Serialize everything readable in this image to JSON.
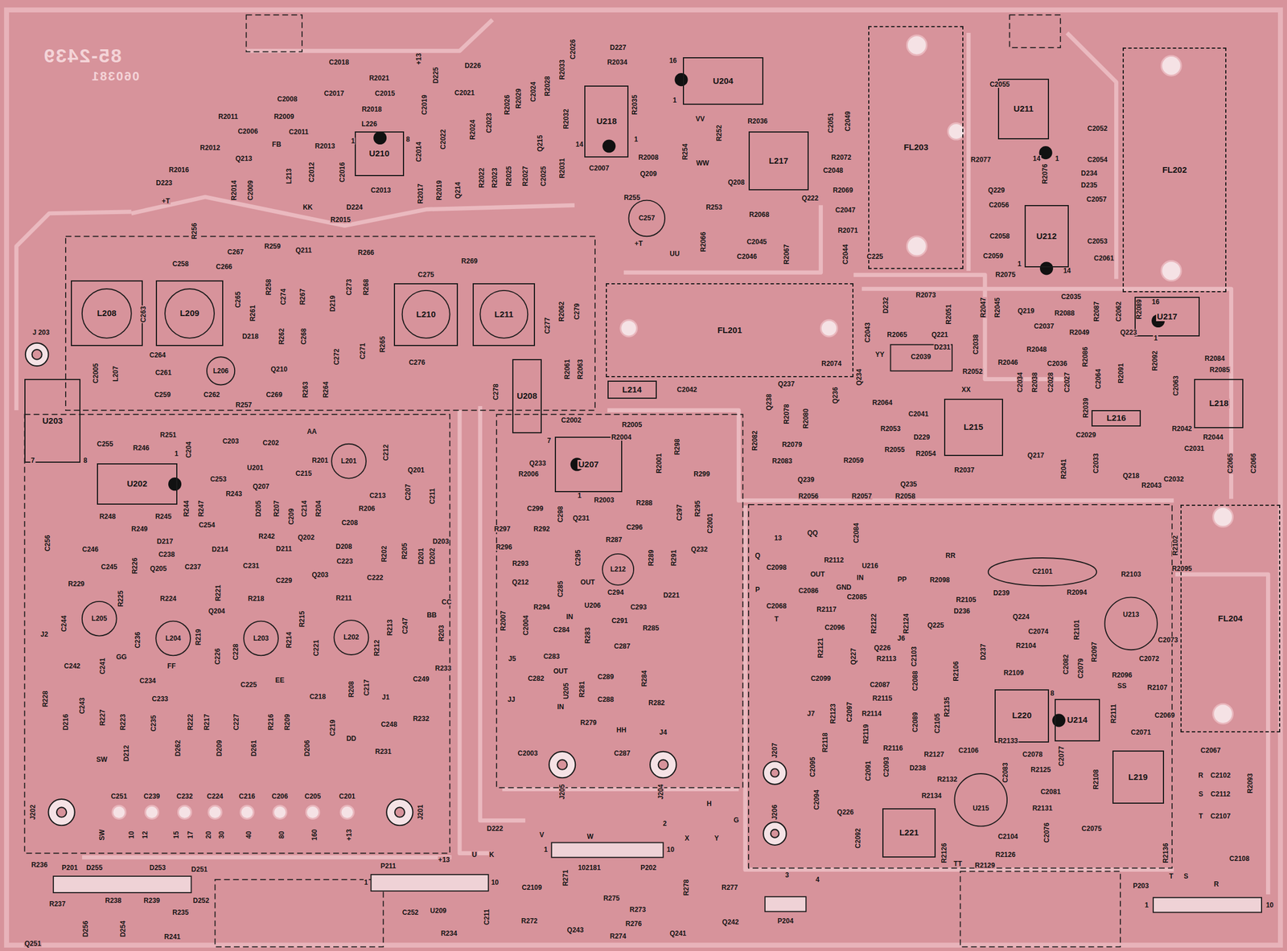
{
  "diagram": {
    "nodes": [
      {
        "text": [
          "FL203"
        ]
      },
      {
        "text": [
          "FL202"
        ]
      },
      {
        "text": [
          "FL201"
        ]
      },
      {
        "text": [
          "FL204"
        ]
      },
      {
        "text": [
          "U204"
        ]
      },
      {
        "text": [
          "U218"
        ]
      },
      {
        "text": [
          "U210"
        ]
      },
      {
        "text": [
          "U211"
        ]
      },
      {
        "text": [
          "U212"
        ]
      },
      {
        "text": [
          "U217"
        ]
      },
      {
        "text": [
          "L217"
        ]
      },
      {
        "text": [
          "L208"
        ]
      },
      {
        "text": [
          "L209"
        ]
      },
      {
        "text": [
          "L210"
        ]
      },
      {
        "text": [
          "L211"
        ]
      },
      {
        "text": [
          "L218"
        ]
      },
      {
        "text": [
          "L215"
        ]
      },
      {
        "text": [
          "L216"
        ]
      },
      {
        "text": [
          "L214"
        ]
      },
      {
        "text": [
          "U202"
        ]
      },
      {
        "text": [
          "U203"
        ]
      },
      {
        "text": [
          "U208"
        ]
      },
      {
        "text": [
          "U207"
        ]
      },
      {
        "text": [
          "L220"
        ]
      },
      {
        "text": [
          "L219"
        ]
      },
      {
        "text": [
          "L221"
        ]
      },
      {
        "text": [
          "U214"
        ]
      }
    ],
    "labels": [
      "85-2439",
      "060381",
      "C2018",
      "+13",
      "R2021",
      "D225",
      "D226",
      "C2017",
      "C2015",
      "C2021",
      "C2008",
      "R2018",
      "C2019",
      "R2009",
      "R2011",
      "L226",
      "C2006",
      "C2011",
      "R2012",
      "Q213",
      "FB",
      "R2013",
      "C2014",
      "C2022",
      "R2016",
      "D223",
      "R2014",
      "C2009",
      "L213",
      "C2012",
      "C2016",
      "C2013",
      "R2017",
      "R2019",
      "Q214",
      "D224",
      "R2015",
      "KK",
      "+T",
      "R2024",
      "C2023",
      "R2026",
      "R2029",
      "C2024",
      "R2028",
      "R2033",
      "C2026",
      "R2032",
      "Q215",
      "R2022",
      "R2023",
      "R2025",
      "R2027",
      "C2025",
      "R2031",
      "D227",
      "R2034",
      "R2035",
      "C2007",
      "R2008",
      "Q209",
      "VV",
      "R254",
      "R252",
      "R2036",
      "WW",
      "Q208",
      "R255",
      "C257",
      "R253",
      "UU",
      "+T",
      "R2066",
      "R2068",
      "C2045",
      "C2046",
      "R2067",
      "C2051",
      "C2049",
      "R2072",
      "C2048",
      "R2069",
      "Q222",
      "C2047",
      "R2071",
      "C2044",
      "C225",
      "16",
      "1",
      "14",
      "1",
      "1",
      "8",
      "C2055",
      "C2052",
      "R2077",
      "14",
      "1",
      "R2076",
      "C2054",
      "D234",
      "D235",
      "C2057",
      "Q229",
      "C2056",
      "C2058",
      "C2053",
      "C2059",
      "C2061",
      "R2075",
      "1",
      "14",
      "R2073",
      "D232",
      "R2065",
      "C2043",
      "YY",
      "Q221",
      "R2051",
      "R2047",
      "R2045",
      "C2035",
      "R2088",
      "R2087",
      "C2062",
      "R2089",
      "16",
      "1",
      "Q219",
      "C2037",
      "R2049",
      "Q223",
      "C2038",
      "R2048",
      "D231",
      "R2046",
      "C2036",
      "R2086",
      "C2064",
      "R2091",
      "R2092",
      "R2084",
      "R2085",
      "C2063",
      "C2039",
      "R2052",
      "XX",
      "R2074",
      "Q234",
      "Q237",
      "Q236",
      "C2034",
      "R2038",
      "C2028",
      "C2027",
      "R2064",
      "C2041",
      "R2053",
      "D229",
      "R2055",
      "R2054",
      "R2059",
      "Q235",
      "R2057",
      "R2058",
      "R2056",
      "R2037",
      "R2078",
      "R2080",
      "R2079",
      "R2082",
      "R2083",
      "Q239",
      "Q238",
      "R2039",
      "C2029",
      "Q217",
      "R2041",
      "C2033",
      "Q218",
      "R2043",
      "C2032",
      "C2031",
      "R2042",
      "R2044",
      "C2065",
      "C2066",
      "R256",
      "C258",
      "C267",
      "C266",
      "R259",
      "Q211",
      "R266",
      "C275",
      "R269",
      "R258",
      "C274",
      "R267",
      "D219",
      "C273",
      "R268",
      "C265",
      "C263",
      "R261",
      "D218",
      "R262",
      "C268",
      "C272",
      "C271",
      "R265",
      "Q210",
      "C264",
      "C261",
      "L206",
      "C259",
      "C262",
      "C269",
      "R257",
      "R263",
      "R264",
      "C276",
      "R2062",
      "C279",
      "C277",
      "R2061",
      "R2063",
      "C278",
      "C2042",
      "J 203",
      "C2005",
      "L207",
      "7",
      "8",
      "C255",
      "R246",
      "R251",
      "1",
      "C204",
      "C203",
      "C202",
      "AA",
      "R201",
      "L201",
      "C212",
      "U201",
      "C215",
      "Q201",
      "C253",
      "R243",
      "Q207",
      "R244",
      "R247",
      "D205",
      "R207",
      "C214",
      "C209",
      "R204",
      "C213",
      "R206",
      "C207",
      "C211",
      "R248",
      "R245",
      "C254",
      "C208",
      "R249",
      "R242",
      "Q202",
      "D217",
      "C238",
      "D214",
      "D211",
      "D208",
      "D203",
      "C246",
      "C245",
      "C237",
      "C231",
      "C223",
      "R202",
      "R205",
      "D201",
      "D202",
      "C256",
      "R229",
      "R226",
      "Q205",
      "Q203",
      "C222",
      "R225",
      "R224",
      "R221",
      "R218",
      "C229",
      "R211",
      "Q204",
      "CC",
      "BB",
      "R203",
      "C244",
      "L205",
      "C236",
      "L204",
      "R219",
      "L203",
      "R215",
      "R214",
      "C221",
      "L202",
      "R213",
      "R212",
      "C247",
      "J2",
      "GG",
      "FF",
      "C226",
      "C228",
      "EE",
      "R233",
      "C242",
      "C241",
      "C234",
      "C225",
      "C249",
      "J1",
      "R228",
      "C243",
      "C233",
      "C218",
      "R208",
      "C217",
      "D216",
      "R227",
      "R223",
      "C235",
      "R222",
      "R217",
      "C227",
      "R216",
      "R209",
      "C219",
      "C248",
      "R232",
      "DD",
      "R231",
      "D212",
      "D262",
      "D209",
      "D261",
      "D206",
      "SW",
      "C251",
      "C239",
      "C232",
      "C224",
      "C216",
      "C206",
      "C205",
      "C201",
      "J202",
      "J201",
      "SW",
      "10",
      "12",
      "15",
      "17",
      "20",
      "30",
      "40",
      "80",
      "160",
      "+13",
      "R236",
      "P201",
      "D255",
      "D253",
      "D251",
      "D252",
      "R237",
      "R238",
      "R239",
      "R235",
      "R241",
      "D256",
      "D254",
      "Q251",
      "D222",
      "+13",
      "U",
      "K",
      "V",
      "W",
      "2",
      "H",
      "G",
      "X",
      "Y",
      "1",
      "10",
      "102181",
      "C2109",
      "R271",
      "R275",
      "R273",
      "R278",
      "R277",
      "Q242",
      "R276",
      "R274",
      "Q243",
      "Q241",
      "R272",
      "R234",
      "C252",
      "U209",
      "C211",
      "1",
      "10",
      "P211",
      "P202",
      "3",
      "4",
      "P204",
      "C2002",
      "R2005",
      "R2004",
      "7",
      "Q233",
      "R2006",
      "R2001",
      "R298",
      "R299",
      "1",
      "R2003",
      "R288",
      "C299",
      "C298",
      "C297",
      "R295",
      "C2001",
      "Q231",
      "C296",
      "R297",
      "R292",
      "R296",
      "R287",
      "R289",
      "R291",
      "Q232",
      "R293",
      "C295",
      "L212",
      "Q212",
      "C285",
      "OUT",
      "C294",
      "D221",
      "R294",
      "C293",
      "U206",
      "IN",
      "C291",
      "R285",
      "R2007",
      "C2004",
      "C284",
      "R283",
      "C287",
      "C283",
      "J5",
      "R284",
      "C282",
      "OUT",
      "C289",
      "R281",
      "U205",
      "C288",
      "R282",
      "IN",
      "JJ",
      "R279",
      "HH",
      "J4",
      "C2003",
      "C287",
      "J205",
      "J204",
      "13",
      "Q",
      "C2098",
      "P",
      "C2068",
      "T",
      "QQ",
      "C2084",
      "R2112",
      "U216",
      "OUT",
      "IN",
      "GND",
      "C2086",
      "C2085",
      "R2117",
      "C2096",
      "PP",
      "R2098",
      "RR",
      "C2101",
      "R2103",
      "R2095",
      "R2102",
      "D239",
      "R2094",
      "R2105",
      "D236",
      "Q224",
      "Q225",
      "C2103",
      "C2074",
      "R2104",
      "J6",
      "R2122",
      "R2124",
      "R2121",
      "Q227",
      "Q226",
      "R2113",
      "R2106",
      "D237",
      "R2109",
      "R2101",
      "U213",
      "C2073",
      "C2072",
      "R2097",
      "R2096",
      "SS",
      "R2107",
      "C2082",
      "C2079",
      "8",
      "R2111",
      "C2069",
      "C2071",
      "C2067",
      "C2099",
      "C2087",
      "C2088",
      "R2115",
      "R2123",
      "C2097",
      "R2114",
      "C2089",
      "R2135",
      "J7",
      "R2118",
      "R2119",
      "R2116",
      "C2105",
      "R2133",
      "C2106",
      "R2127",
      "C2078",
      "C2077",
      "R2125",
      "C2083",
      "C2081",
      "R2108",
      "C2095",
      "D238",
      "C2093",
      "C2091",
      "R2132",
      "R2134",
      "R2131",
      "C2094",
      "Q226",
      "U215",
      "C2104",
      "C2076",
      "C2075",
      "C2092",
      "R2126",
      "R2126",
      "TT",
      "R2129",
      "J207",
      "J206",
      "R",
      "C2102",
      "S",
      "C2112",
      "T",
      "C2107",
      "R2093",
      "R2136",
      "C2108",
      "T",
      "S",
      "R",
      "P203",
      "1",
      "10"
    ]
  }
}
